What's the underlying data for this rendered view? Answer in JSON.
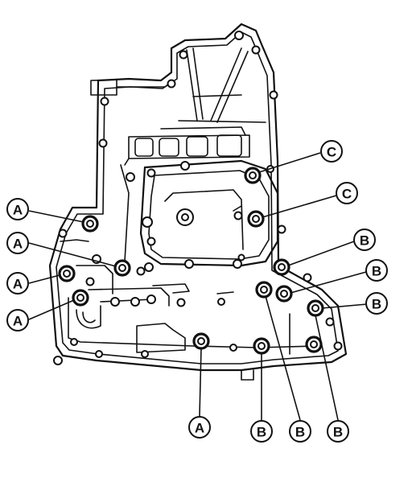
{
  "diagram": {
    "labels": {
      "a": "A",
      "b": "B",
      "c": "C"
    },
    "callouts": [
      {
        "id": "a1",
        "label": "A"
      },
      {
        "id": "a2",
        "label": "A"
      },
      {
        "id": "a3",
        "label": "A"
      },
      {
        "id": "a4",
        "label": "A"
      },
      {
        "id": "a5",
        "label": "A"
      },
      {
        "id": "b1",
        "label": "B"
      },
      {
        "id": "b2",
        "label": "B"
      },
      {
        "id": "b3",
        "label": "B"
      },
      {
        "id": "b4",
        "label": "B"
      },
      {
        "id": "b5",
        "label": "B"
      },
      {
        "id": "b6",
        "label": "B"
      },
      {
        "id": "c1",
        "label": "C"
      },
      {
        "id": "c2",
        "label": "C"
      }
    ]
  }
}
